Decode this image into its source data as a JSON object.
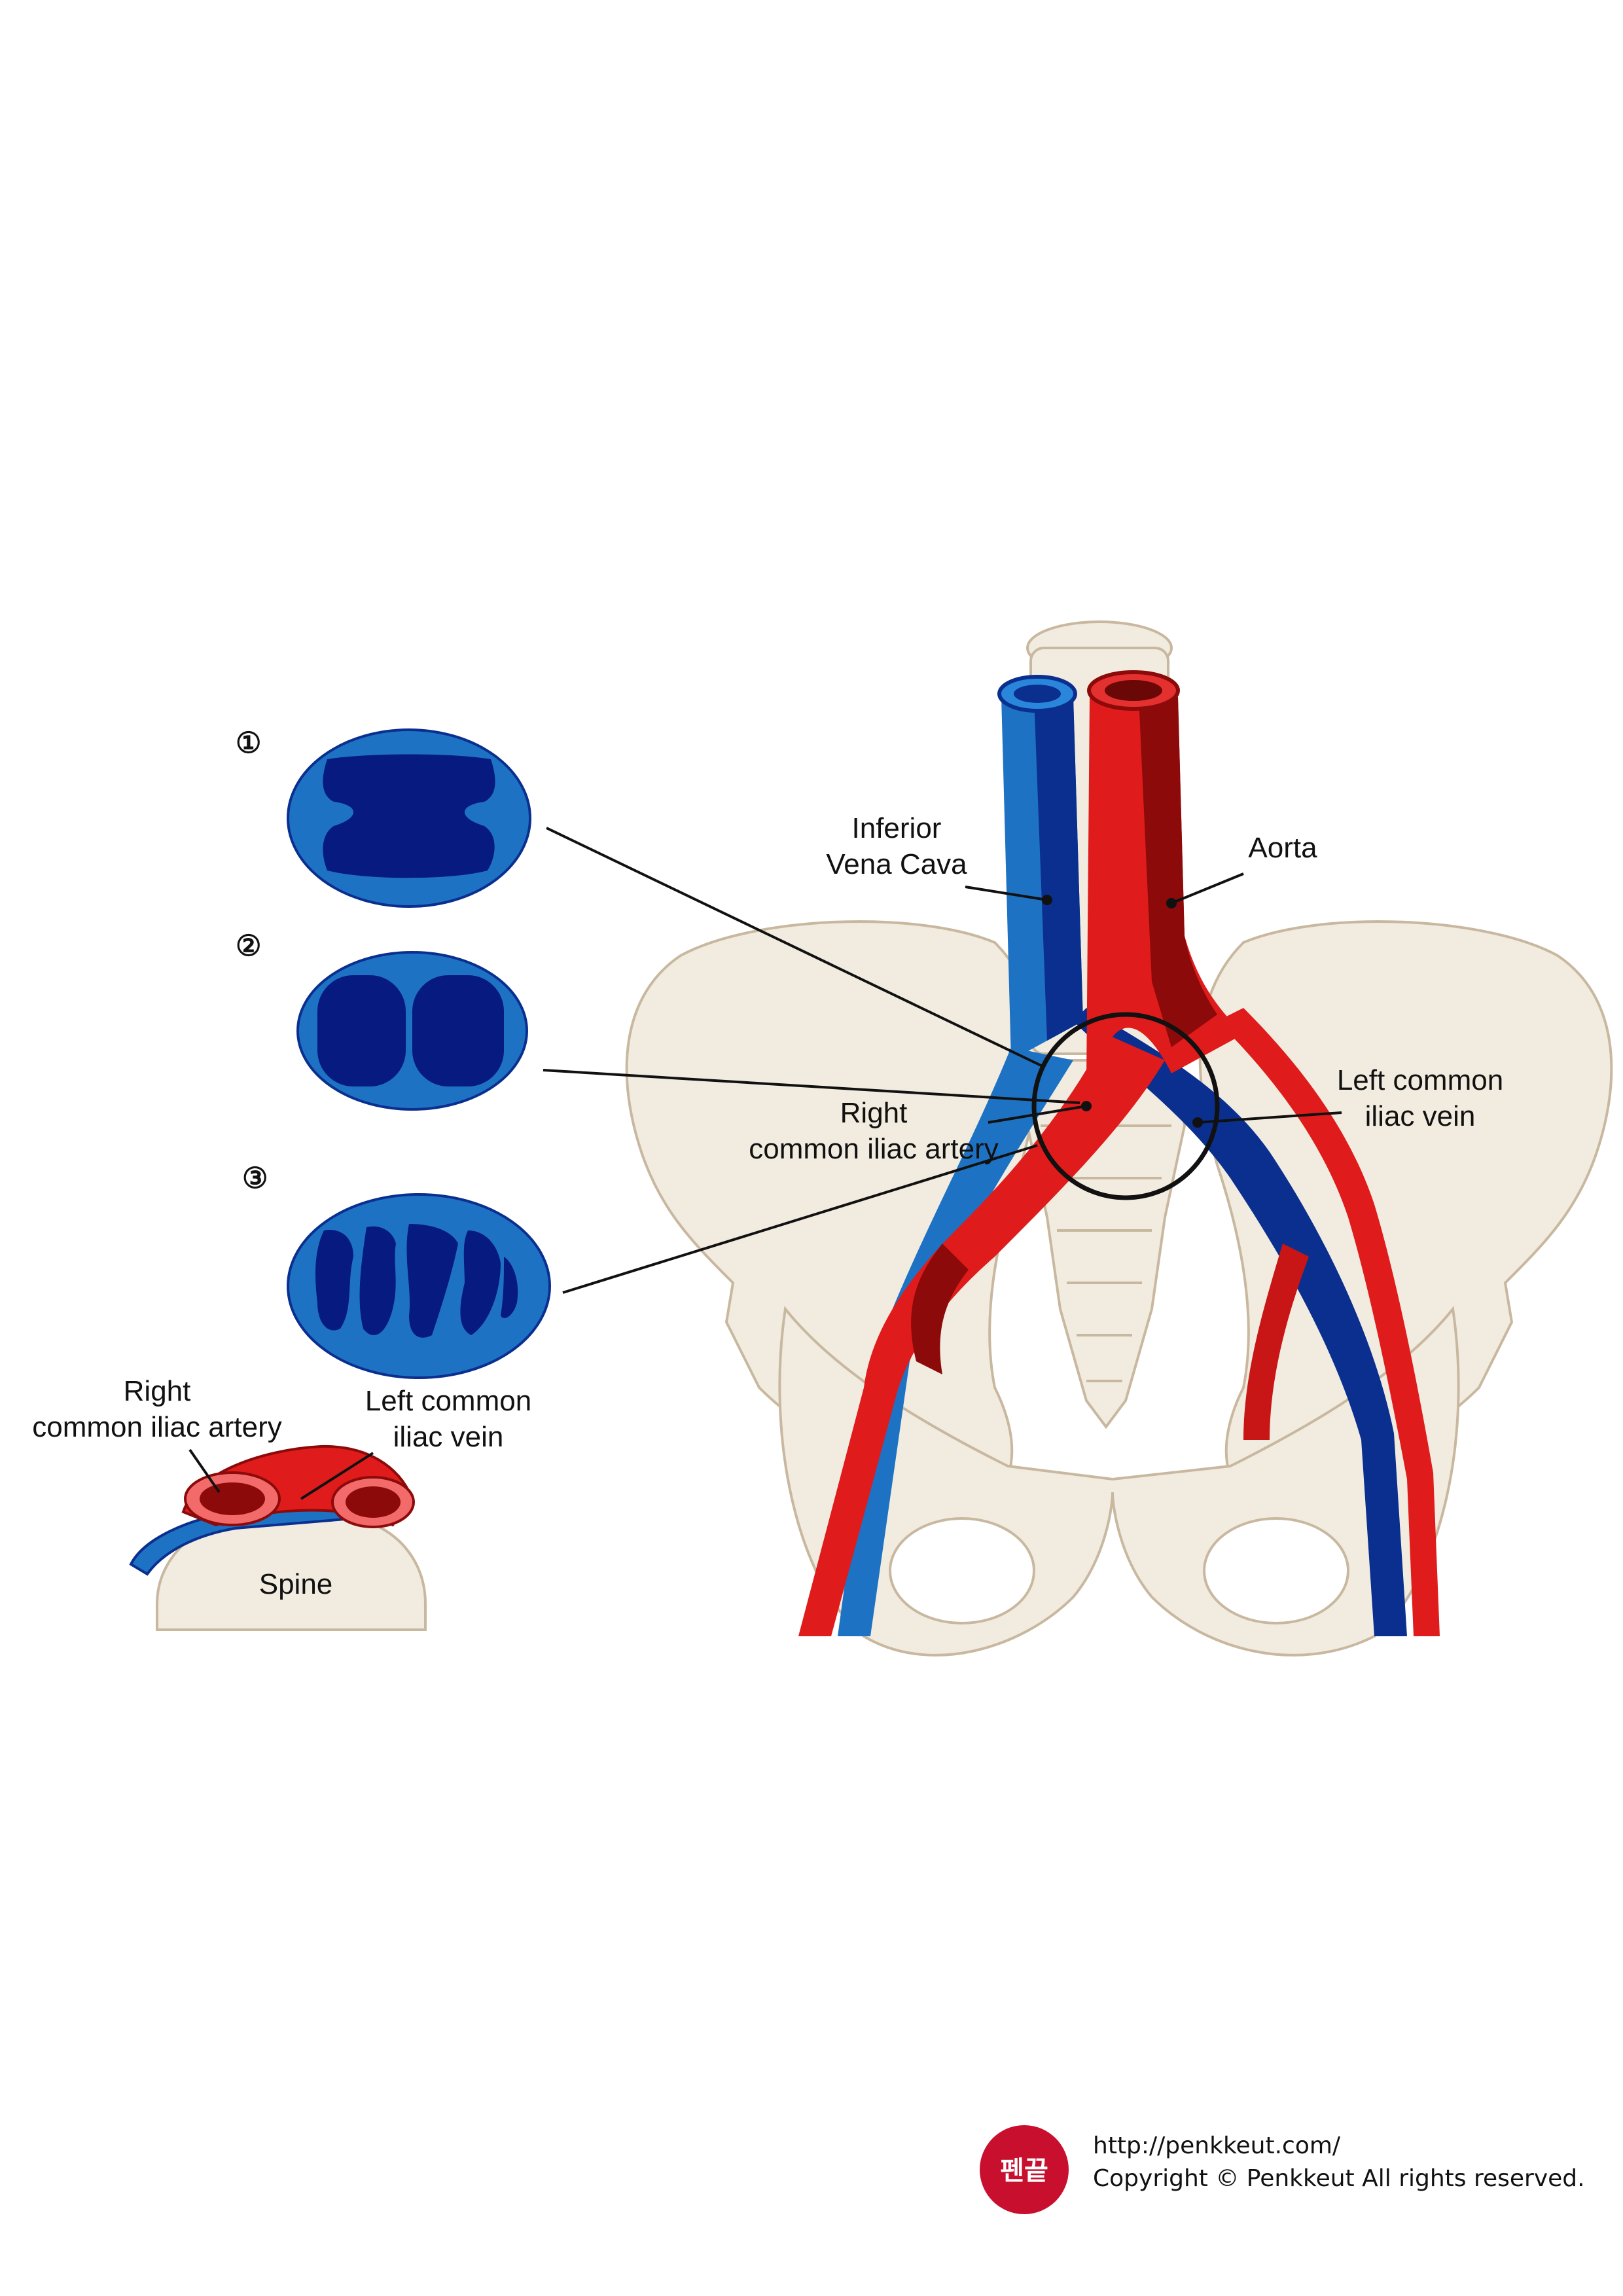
{
  "labels": {
    "ivc_line1": "Inferior",
    "ivc_line2": "Vena Cava",
    "aorta": "Aorta",
    "left_vein_line1": "Left common",
    "left_vein_line2": "iliac vein",
    "right_artery_line1": "Right",
    "right_artery_line2": "common iliac artery",
    "spine": "Spine"
  },
  "cross_sections": [
    {
      "number": "①"
    },
    {
      "number": "②"
    },
    {
      "number": "③"
    }
  ],
  "inset_labels": {
    "right_artery_line1": "Right",
    "right_artery_line2": "common iliac artery",
    "left_vein_line1": "Left common",
    "left_vein_line2": "iliac vein"
  },
  "footer": {
    "url": "http://penkkeut.com/",
    "copyright": "Copyright © Penkkeut All rights reserved.",
    "logo_text": "펜끝"
  },
  "colors": {
    "vein_light": "#1e72c4",
    "vein_dark": "#0a2f8f",
    "vein_lumen": "#061a80",
    "artery_light": "#e01b1b",
    "artery_dark": "#8c0a0a",
    "bone": "#f2ece0",
    "bone_outline": "#c9b8a0",
    "logo_red": "#c8102e"
  }
}
